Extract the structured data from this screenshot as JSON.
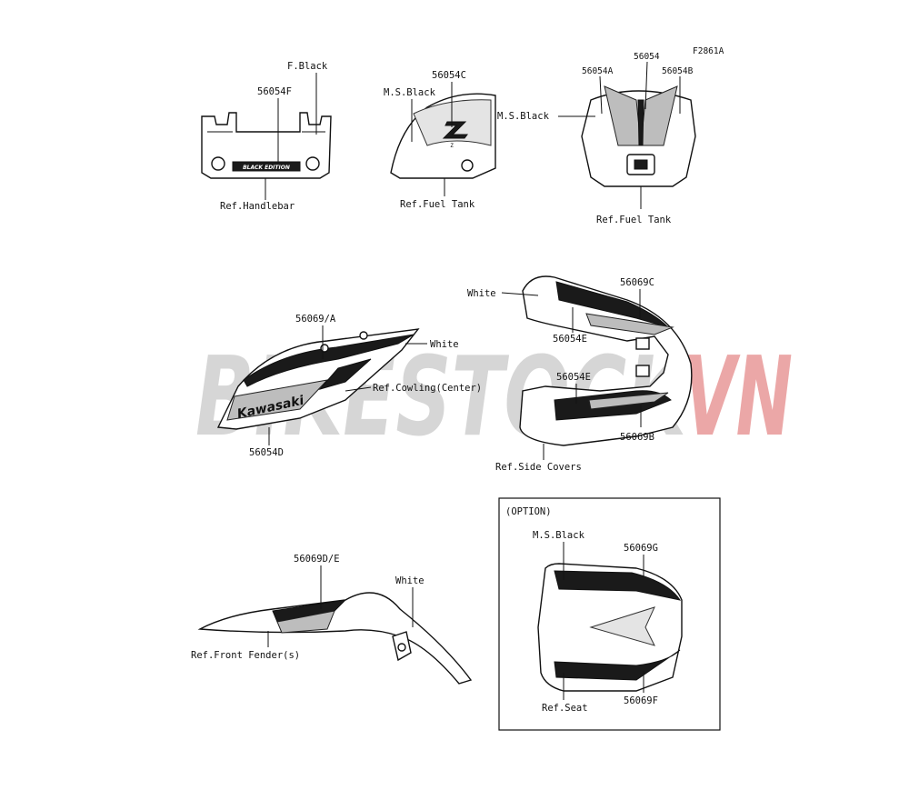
{
  "figure_code": "F2861A",
  "watermark": {
    "part1": "BIKESTOCK",
    "part2": "VN",
    "color1": "#c9c9c9",
    "color2": "#e58a8a"
  },
  "groups": {
    "handlebar": {
      "part_main": "56054F",
      "color": "F.Black",
      "ref": "Ref.Handlebar",
      "emblem": "BLACK EDITION"
    },
    "tank_side": {
      "part": "56054C",
      "color": "M.S.Black",
      "ref": "Ref.Fuel Tank",
      "emblem": "Z"
    },
    "tank_top": {
      "code_a": "56054A",
      "code_center": "56054",
      "code_b": "56054B",
      "color": "M.S.Black",
      "ref": "Ref.Fuel Tank"
    },
    "center_cowl": {
      "part_top": "56069/A",
      "color": "White",
      "ref": "Ref.Cowling(Center)",
      "part_bottom": "56054D",
      "brand": "Kawasaki"
    },
    "side_covers": {
      "color": "White",
      "part_top": "56069C",
      "part_upper": "56054E",
      "part_lower": "56054E",
      "part_bottom": "56069B",
      "ref": "Ref.Side Covers"
    },
    "front_fender": {
      "part": "56069D/E",
      "color": "White",
      "ref": "Ref.Front Fender(s)"
    },
    "option_seat": {
      "title": "(OPTION)",
      "color": "M.S.Black",
      "part_top": "56069G",
      "ref": "Ref.Seat",
      "part_bottom": "56069F"
    }
  }
}
